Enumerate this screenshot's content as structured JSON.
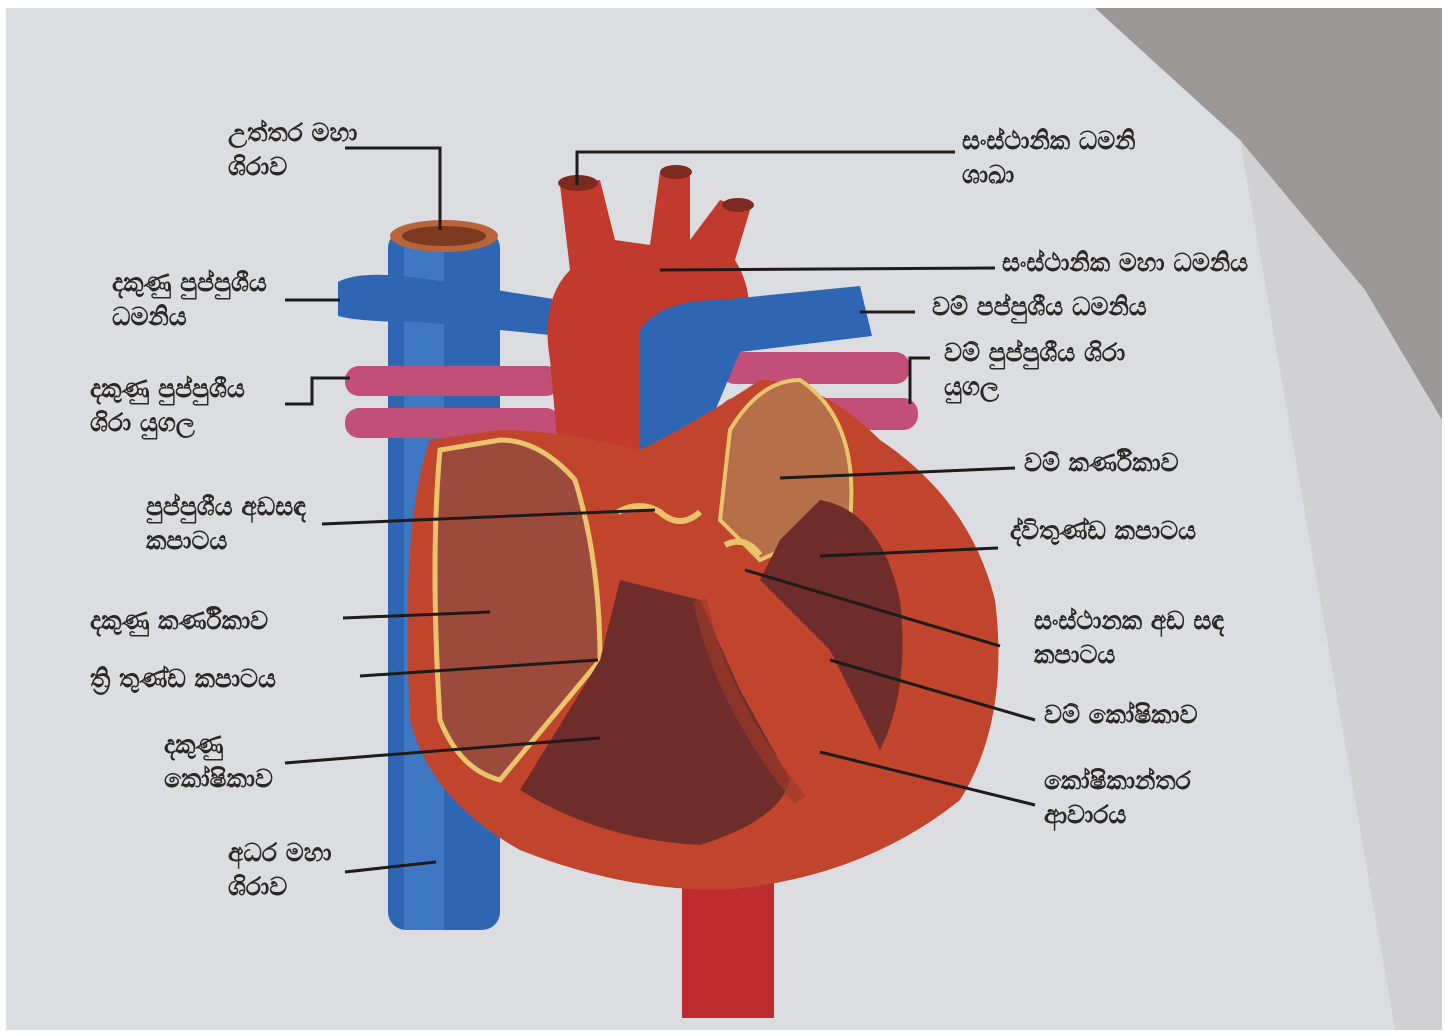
{
  "colors": {
    "paper": "#dcdde0",
    "shadow": "#8f8c8b",
    "heart_red": "#b23a24",
    "artery_red": "#c23a2e",
    "vein_blue": "#2f66b3",
    "pulmonary_vein_pink": "#c24f78",
    "valve_yellow": "#e9c46a",
    "label_text": "#2c2826",
    "leader_line": "#1f1b1a"
  },
  "labels": {
    "superior_vena_cava": {
      "line1": "උත්තර මහා",
      "line2": "ශිරාව"
    },
    "right_pulmonary_artery": {
      "line1": "දකුණු පුප්පුශීය",
      "line2": "ධමනිය"
    },
    "right_pulmonary_veins": {
      "line1": "දකුණු පුප්පුශීය",
      "line2": "ශිරා යුගල"
    },
    "pulmonary_semilunar_valve": {
      "line1": "පුප්පුශීය අඩසඳ",
      "line2": "කපාටය"
    },
    "right_atrium": {
      "line1": "දකුණු කර්ණිකාව"
    },
    "tricuspid_valve": {
      "line1": "ත්‍රි තුණ්ඩ කපාටය"
    },
    "right_ventricle": {
      "line1": "දකුණු",
      "line2": "කෝෂිකාව"
    },
    "inferior_vena_cava": {
      "line1": "අධර මහා",
      "line2": "ශිරාව"
    },
    "systemic_artery_branches": {
      "line1": "සංස්ථානික ධමනි",
      "line2": "ශාඛා"
    },
    "aorta": {
      "line1": "සංස්ථානික මහා ධමනිය"
    },
    "left_pulmonary_artery": {
      "line1": "වම් පප්පුශීය ධමනිය"
    },
    "left_pulmonary_veins": {
      "line1": "වම් පුප්පුශීය ශිරා",
      "line2": "යුගල"
    },
    "left_atrium": {
      "line1": "වම් කර්ණිකාව"
    },
    "bicuspid_valve": {
      "line1": "ද්විතුණ්ඩ කපාටය"
    },
    "aortic_semilunar_valve": {
      "line1": "සංස්ථානක අඩ සඳ",
      "line2": "කපාටය"
    },
    "left_ventricle": {
      "line1": "වම් කෝෂිකාව"
    },
    "interventricular_septum": {
      "line1": "කෝෂිකාන්තර",
      "line2": "ආවාරය"
    }
  }
}
